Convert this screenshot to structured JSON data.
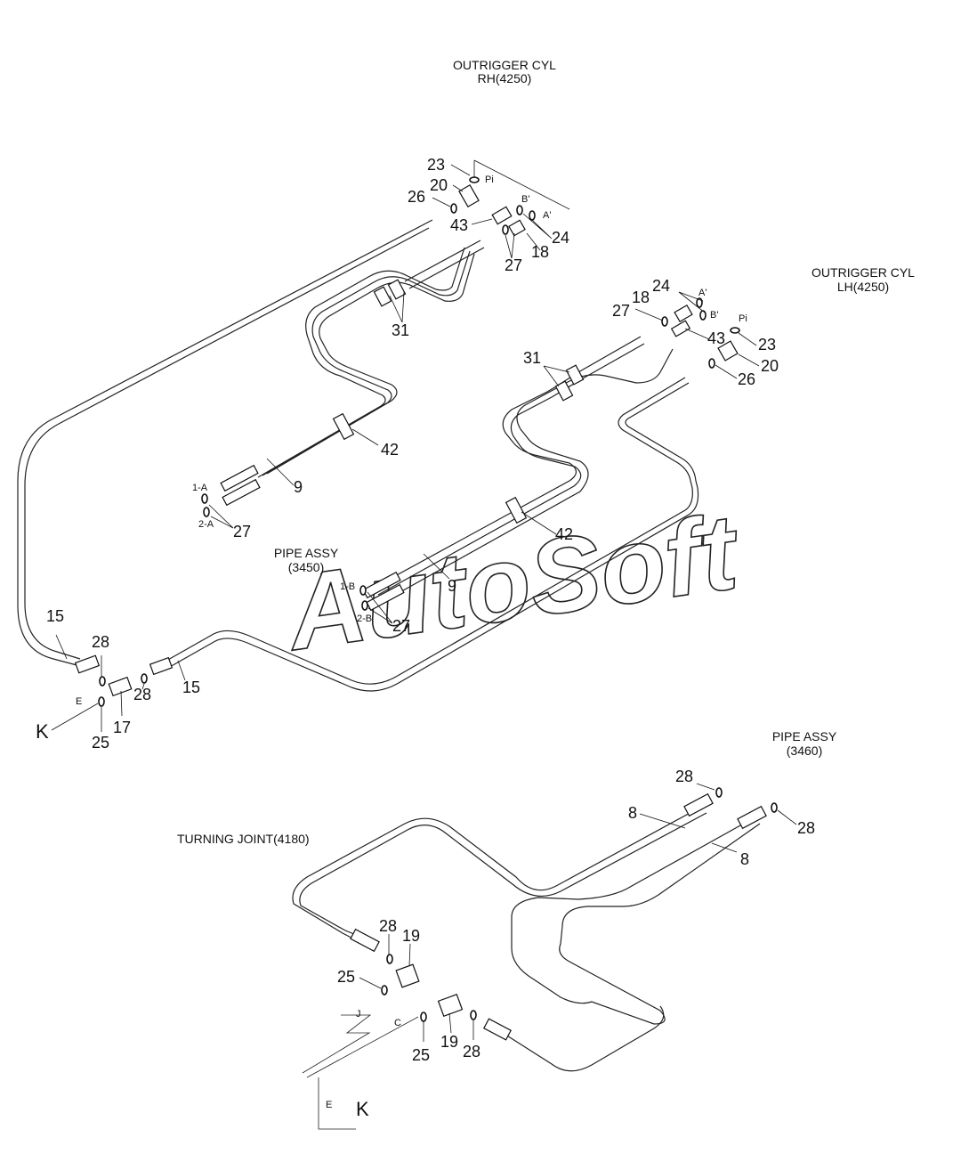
{
  "watermark": "AutoSoft",
  "headers": {
    "outrigger_rh": [
      "OUTRIGGER CYL",
      "RH(4250)"
    ],
    "outrigger_lh": [
      "OUTRIGGER CYL",
      "LH(4250)"
    ],
    "pipe_assy_3450": [
      "PIPE ASSY",
      "(3450)"
    ],
    "pipe_assy_3460": [
      "PIPE ASSY",
      "(3460)"
    ],
    "turning_joint": "TURNING JOINT(4180)"
  },
  "port_labels": {
    "pi_rh": "Pi",
    "b_rh": "B'",
    "a_rh": "A'",
    "a_lh": "A'",
    "b_lh": "B'",
    "pi_lh": "Pi",
    "one_a": "1-A",
    "two_a": "2-A",
    "one_b": "1-B",
    "two_b": "2-B",
    "e_top": "E",
    "j": "J",
    "c": "C",
    "e_bottom": "E"
  },
  "part_numbers": {
    "p23_rh": "23",
    "p20_rh": "20",
    "p26_rh": "26",
    "p43_rh": "43",
    "p27_rh": "27",
    "p18_rh": "18",
    "p24_rh": "24",
    "p31_rh": "31",
    "p42_rh": "42",
    "p9_a": "9",
    "p27_a": "27",
    "p24_lh": "24",
    "p18_lh": "18",
    "p27_lh": "27",
    "p43_lh": "43",
    "p23_lh": "23",
    "p20_lh": "20",
    "p26_lh": "26",
    "p31_lh": "31",
    "p42_lh": "42",
    "p9_b": "9",
    "p27_b": "27",
    "p15_left": "15",
    "p28_left": "28",
    "p15_right": "15",
    "p28_mid": "28",
    "p17": "17",
    "p25_top": "25",
    "k_top": "K",
    "p28_pa_top": "28",
    "p8_top": "8",
    "p28_pa_right": "28",
    "p8_bottom": "8",
    "p28_tj_top": "28",
    "p19_tj_top": "19",
    "p25_tj_top": "25",
    "p25_tj_bottom": "25",
    "p19_tj_bottom": "19",
    "p28_tj_bottom": "28",
    "k_bottom": "K"
  }
}
